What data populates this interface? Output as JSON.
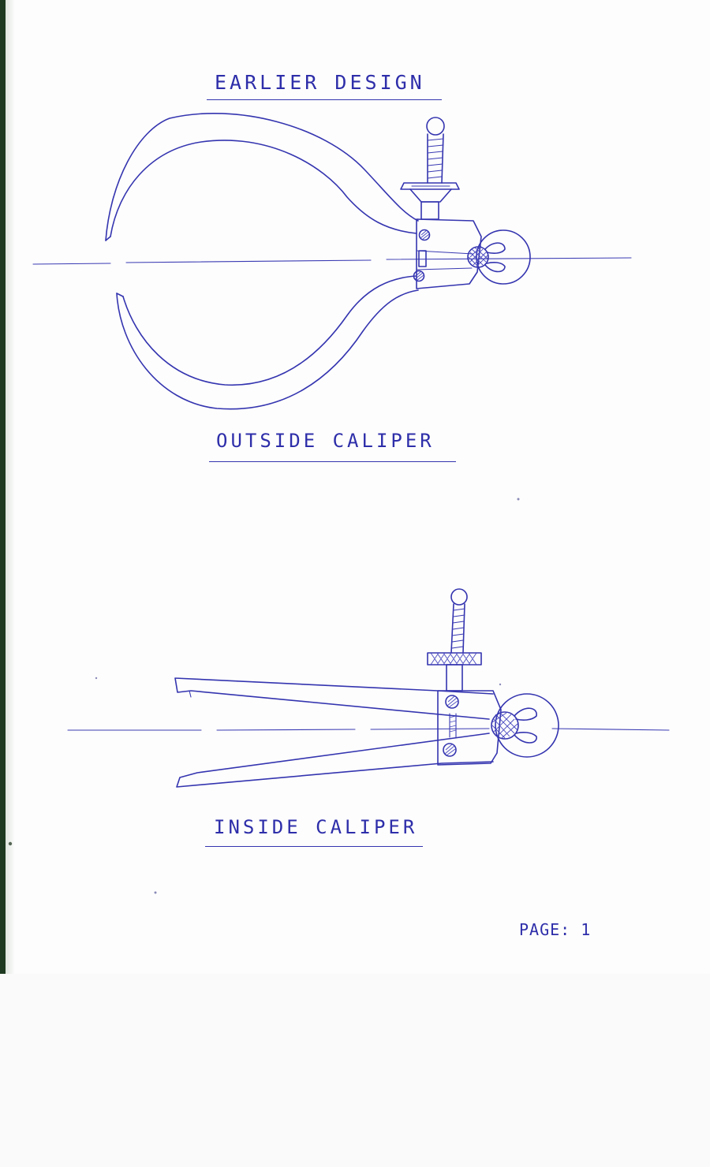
{
  "sheet": {
    "heading": "EARLIER DESIGN",
    "outside_caption": "OUTSIDE CALIPER",
    "inside_caption": "INSIDE CALIPER",
    "page_label": "PAGE: 1"
  },
  "colors": {
    "ink": "#3434b0",
    "paper": "#fdfdfd",
    "edge": "#1e3a20"
  }
}
